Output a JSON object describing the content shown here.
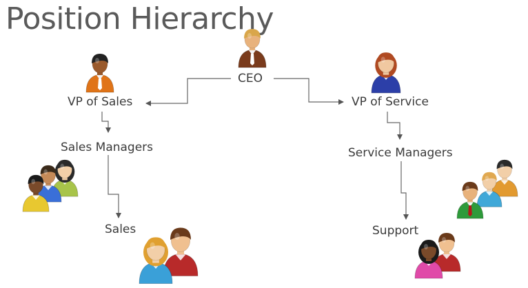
{
  "title": "Position Hierarchy",
  "nodes": {
    "ceo": "CEO",
    "vp_sales": "VP of Sales",
    "vp_service": "VP of Service",
    "sales_managers": "Sales Managers",
    "service_managers": "Service Managers",
    "sales": "Sales",
    "support": "Support"
  },
  "icons": [
    "person-icon",
    "group-icon"
  ],
  "colors": {
    "title": "#5a5a5a",
    "text": "#3a3a3a",
    "connector": "#555555"
  }
}
